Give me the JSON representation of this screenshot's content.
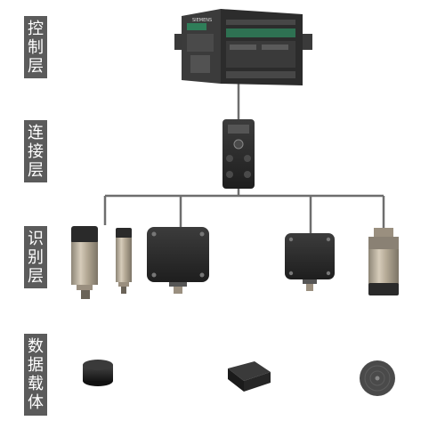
{
  "layers": {
    "control": "控制层",
    "connection": "连接层",
    "identification": "识别层",
    "data_carrier": "数据载体"
  },
  "plc": {
    "brand": "SIEMENS"
  },
  "colors": {
    "label_bg": "#5b5b5b",
    "label_text": "#ffffff",
    "connector_line": "#6e6e6e",
    "device_dark": "#2a2a2a",
    "plc_green": "#2f7e59",
    "sensor_metal": "#b8ac9a"
  },
  "icons": [
    "plc-controller-icon",
    "connection-hub-icon",
    "cylindrical-sensor-icon",
    "square-reader-icon",
    "disc-tag-icon",
    "rectangular-tag-icon",
    "round-flat-tag-icon"
  ]
}
